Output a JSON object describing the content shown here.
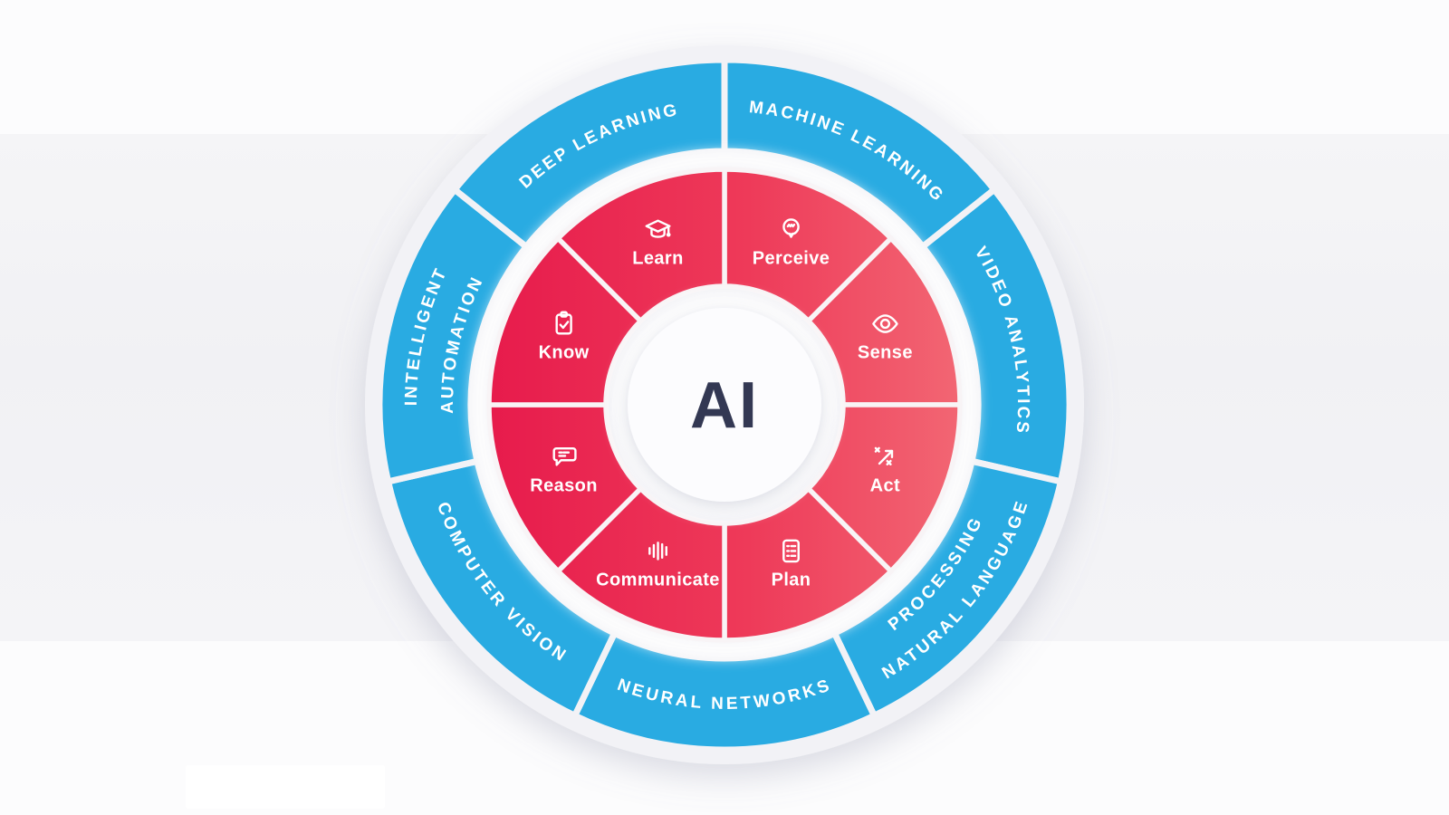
{
  "page": {
    "background_color": "#FCFCFD",
    "band_color": "#F2F2F5"
  },
  "diagram": {
    "center": {
      "label": "AI",
      "text_color": "#333853",
      "circle_color": "#FCFCFE"
    },
    "inner_ring": {
      "color_gradient": [
        "#E71B4C",
        "#F26673"
      ],
      "divider_color": "#F8F4F6",
      "text_color": "#FFFFFF",
      "segments": [
        {
          "label": "Learn",
          "icon": "graduation-cap-icon"
        },
        {
          "label": "Perceive",
          "icon": "lightbulb-icon"
        },
        {
          "label": "Sense",
          "icon": "eye-icon"
        },
        {
          "label": "Act",
          "icon": "strategy-arrow-icon"
        },
        {
          "label": "Plan",
          "icon": "checklist-icon"
        },
        {
          "label": "Communicate",
          "icon": "sound-wave-icon"
        },
        {
          "label": "Reason",
          "icon": "speech-bubble-icon"
        },
        {
          "label": "Know",
          "icon": "clipboard-check-icon"
        }
      ]
    },
    "outer_ring": {
      "color": "#29ABE2",
      "divider_color": "#F2F2F6",
      "text_color": "#FFFFFF",
      "segments": [
        {
          "label": "MACHINE LEARNING",
          "lines": [
            "MACHINE LEARNING"
          ]
        },
        {
          "label": "VIDEO ANALYTICS",
          "lines": [
            "VIDEO ANALYTICS"
          ]
        },
        {
          "label": "NATURAL LANGUAGE PROCESSING",
          "lines": [
            "NATURAL LANGUAGE",
            "PROCESSING"
          ]
        },
        {
          "label": "NEURAL NETWORKS",
          "lines": [
            "NEURAL NETWORKS"
          ]
        },
        {
          "label": "COMPUTER VISION",
          "lines": [
            "COMPUTER VISION"
          ]
        },
        {
          "label": "INTELLIGENT AUTOMATION",
          "lines": [
            "INTELLIGENT",
            "AUTOMATION"
          ]
        },
        {
          "label": "DEEP LEARNING",
          "lines": [
            "DEEP LEARNING"
          ]
        }
      ]
    }
  }
}
